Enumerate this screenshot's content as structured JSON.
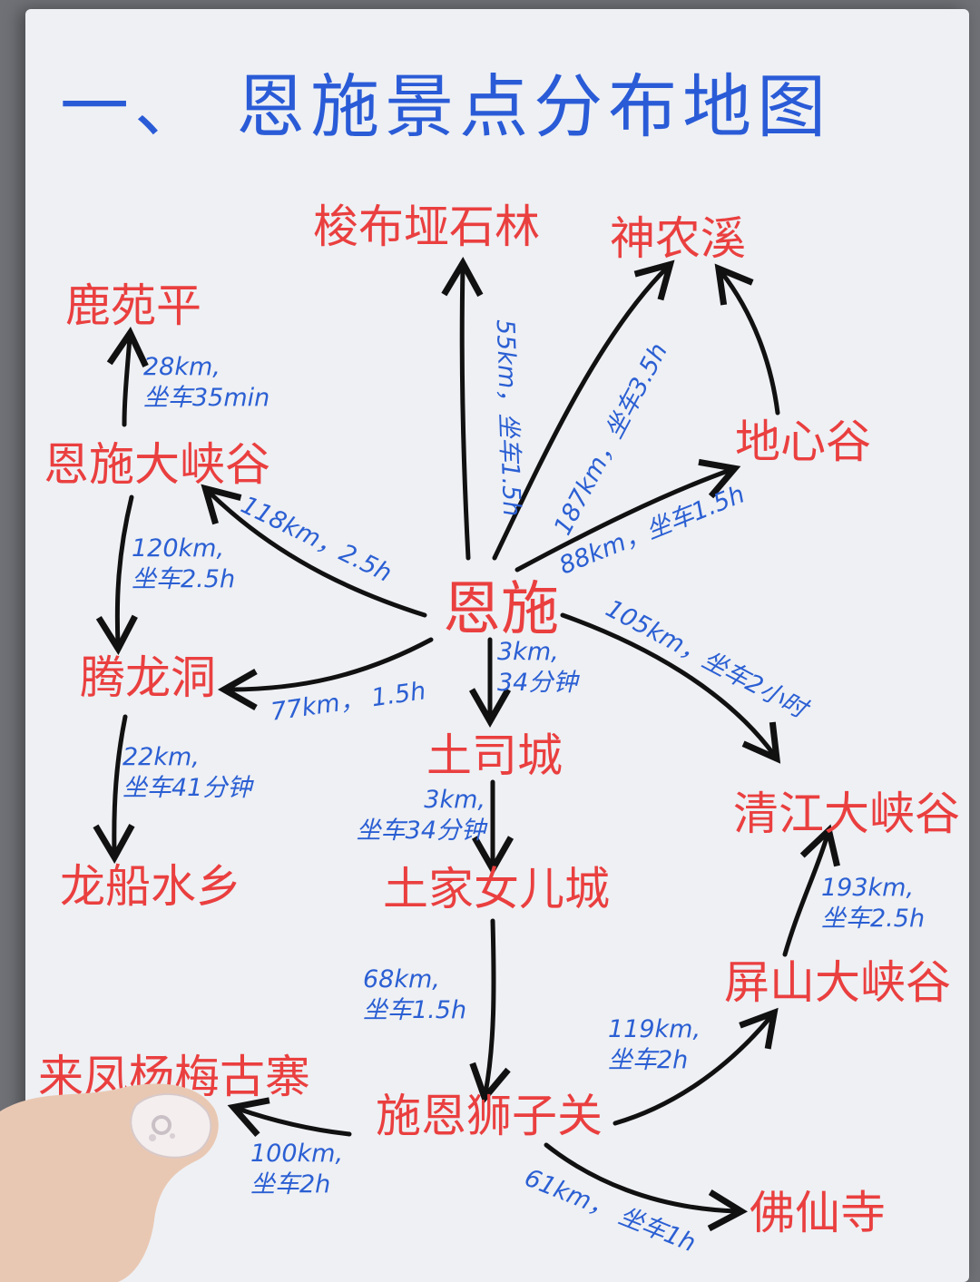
{
  "title": "一、 恩施景点分布地图",
  "places": {
    "enshi": "恩施",
    "suobuya": "梭布垭石林",
    "shennongxi": "神农溪",
    "luyuanping": "鹿苑平",
    "dixingu": "地心谷",
    "enshi_canyon": "恩施大峡谷",
    "tenglongdong": "腾龙洞",
    "tusicheng": "土司城",
    "qingjiang_canyon": "清江大峡谷",
    "longchuan": "龙船水乡",
    "tujianver": "土家女儿城",
    "pingshan_canyon": "屏山大峡谷",
    "laifeng": "来凤杨梅古寨",
    "shien": "施恩狮子关",
    "foxiansi": "佛仙寺"
  },
  "routes": {
    "to_suobuya": "55km，坐车1.5h",
    "to_shennongxi": "187km，坐车3.5h",
    "to_dixingu": "88km，坐车1.5h",
    "canyon_to_luyuan_1": "28km,",
    "canyon_to_luyuan_2": "坐车35min",
    "to_enshi_canyon": "118km，2.5h",
    "canyon_to_teng_1": "120km,",
    "canyon_to_teng_2": "坐车2.5h",
    "to_tusicheng_1": "3km,",
    "to_tusicheng_2": "34分钟",
    "to_qingjiang": "105km，坐车2小时",
    "to_tenglong": "77km， 1.5h",
    "teng_to_long_1": "22km,",
    "teng_to_long_2": "坐车41分钟",
    "tusi_to_nver_1": "3km,",
    "tusi_to_nver_2": "坐车34分钟",
    "pingshan_to_qingjiang_1": "193km,",
    "pingshan_to_qingjiang_2": "坐车2.5h",
    "nver_to_shien_1": "68km,",
    "nver_to_shien_2": "坐车1.5h",
    "shien_to_pingshan_1": "119km,",
    "shien_to_pingshan_2": "坐车2h",
    "shien_to_laifeng_1": "100km,",
    "shien_to_laifeng_2": "坐车2h",
    "shien_to_foxian": "61km， 坐车1h"
  },
  "colors": {
    "place": "#ea3f3f",
    "route": "#2b5fd3",
    "title": "#2a5bd7",
    "arrow": "#111111"
  }
}
